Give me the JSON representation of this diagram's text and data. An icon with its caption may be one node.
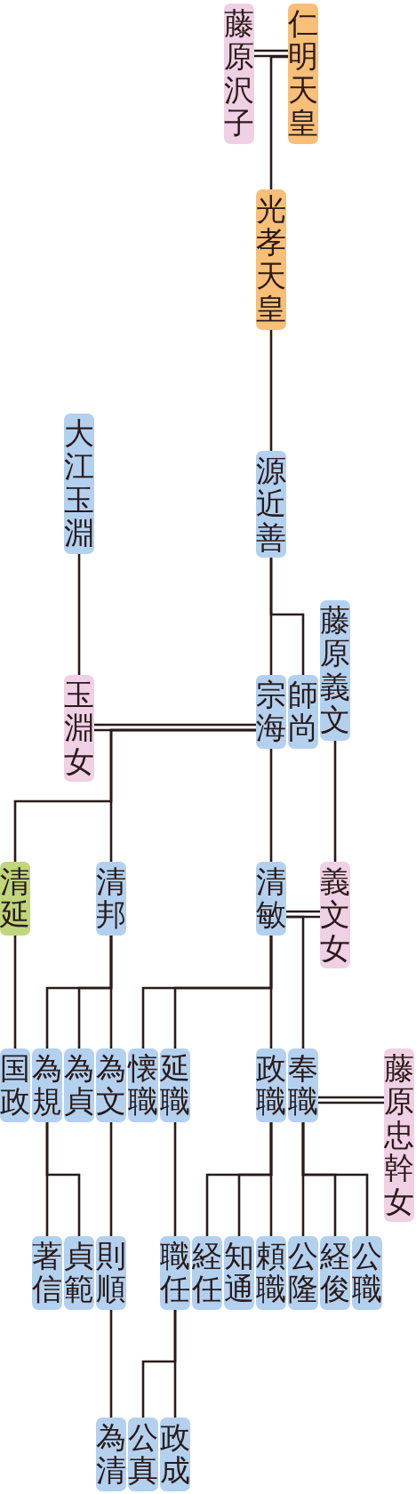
{
  "diagram": {
    "nodes": [
      {
        "text": [
          "仁明天皇"
        ]
      },
      {
        "text": [
          "藤原沢子"
        ]
      },
      {
        "text": [
          "光孝天皇"
        ]
      },
      {
        "text": [
          "大江玉淵"
        ]
      },
      {
        "text": [
          "源近善"
        ]
      },
      {
        "text": [
          "藤原義文"
        ]
      },
      {
        "text": [
          "玉淵女"
        ]
      },
      {
        "text": [
          "宗海"
        ]
      },
      {
        "text": [
          "師尚"
        ]
      },
      {
        "text": [
          "清延"
        ]
      },
      {
        "text": [
          "清邦"
        ]
      },
      {
        "text": [
          "清敏"
        ]
      },
      {
        "text": [
          "義文女"
        ]
      },
      {
        "text": [
          "国政"
        ]
      },
      {
        "text": [
          "為規"
        ]
      },
      {
        "text": [
          "為貞"
        ]
      },
      {
        "text": [
          "為文"
        ]
      },
      {
        "text": [
          "懐職"
        ]
      },
      {
        "text": [
          "延職"
        ]
      },
      {
        "text": [
          "政職"
        ]
      },
      {
        "text": [
          "奉職"
        ]
      },
      {
        "text": [
          "藤原忠幹女"
        ]
      },
      {
        "text": [
          "著信"
        ]
      },
      {
        "text": [
          "貞範"
        ]
      },
      {
        "text": [
          "則順"
        ]
      },
      {
        "text": [
          "職任"
        ]
      },
      {
        "text": [
          "経任"
        ]
      },
      {
        "text": [
          "知通"
        ]
      },
      {
        "text": [
          "頼職"
        ]
      },
      {
        "text": [
          "公隆"
        ]
      },
      {
        "text": [
          "経俊"
        ]
      },
      {
        "text": [
          "公職"
        ]
      },
      {
        "text": [
          "為清"
        ]
      },
      {
        "text": [
          "公真"
        ]
      },
      {
        "text": [
          "政成"
        ]
      }
    ],
    "edges": [
      {
        "from": 1,
        "to": 0,
        "arrow": "none"
      },
      {
        "from": 0,
        "to": 2,
        "arrow": "none"
      },
      {
        "from": 2,
        "to": 4,
        "arrow": "none"
      },
      {
        "from": 4,
        "to": 7,
        "arrow": "none"
      },
      {
        "from": 4,
        "to": 8,
        "arrow": "none"
      },
      {
        "from": 3,
        "to": 6,
        "arrow": "none"
      },
      {
        "from": 5,
        "to": 12,
        "arrow": "none"
      },
      {
        "from": 6,
        "to": 7,
        "arrow": "none"
      },
      {
        "from": 7,
        "to": 9,
        "arrow": "none"
      },
      {
        "from": 7,
        "to": 10,
        "arrow": "none"
      },
      {
        "from": 7,
        "to": 11,
        "arrow": "none"
      },
      {
        "from": 11,
        "to": 12,
        "arrow": "none"
      },
      {
        "from": 11,
        "to": 20,
        "arrow": "none"
      },
      {
        "from": 9,
        "to": 13,
        "arrow": "none"
      },
      {
        "from": 10,
        "to": 14,
        "arrow": "none"
      },
      {
        "from": 10,
        "to": 15,
        "arrow": "none"
      },
      {
        "from": 10,
        "to": 16,
        "arrow": "none"
      },
      {
        "from": 11,
        "to": 17,
        "arrow": "none"
      },
      {
        "from": 11,
        "to": 18,
        "arrow": "none"
      },
      {
        "from": 11,
        "to": 19,
        "arrow": "none"
      },
      {
        "from": 20,
        "to": 21,
        "arrow": "none"
      },
      {
        "from": 14,
        "to": 22,
        "arrow": "none"
      },
      {
        "from": 14,
        "to": 23,
        "arrow": "none"
      },
      {
        "from": 16,
        "to": 24,
        "arrow": "none"
      },
      {
        "from": 18,
        "to": 25,
        "arrow": "none"
      },
      {
        "from": 19,
        "to": 26,
        "arrow": "none"
      },
      {
        "from": 19,
        "to": 27,
        "arrow": "none"
      },
      {
        "from": 19,
        "to": 28,
        "arrow": "none"
      },
      {
        "from": 20,
        "to": 29,
        "arrow": "none"
      },
      {
        "from": 20,
        "to": 30,
        "arrow": "none"
      },
      {
        "from": 20,
        "to": 31,
        "arrow": "none"
      },
      {
        "from": 24,
        "to": 32,
        "arrow": "none"
      },
      {
        "from": 25,
        "to": 33,
        "arrow": "none"
      },
      {
        "from": 25,
        "to": 34,
        "arrow": "none"
      }
    ]
  }
}
